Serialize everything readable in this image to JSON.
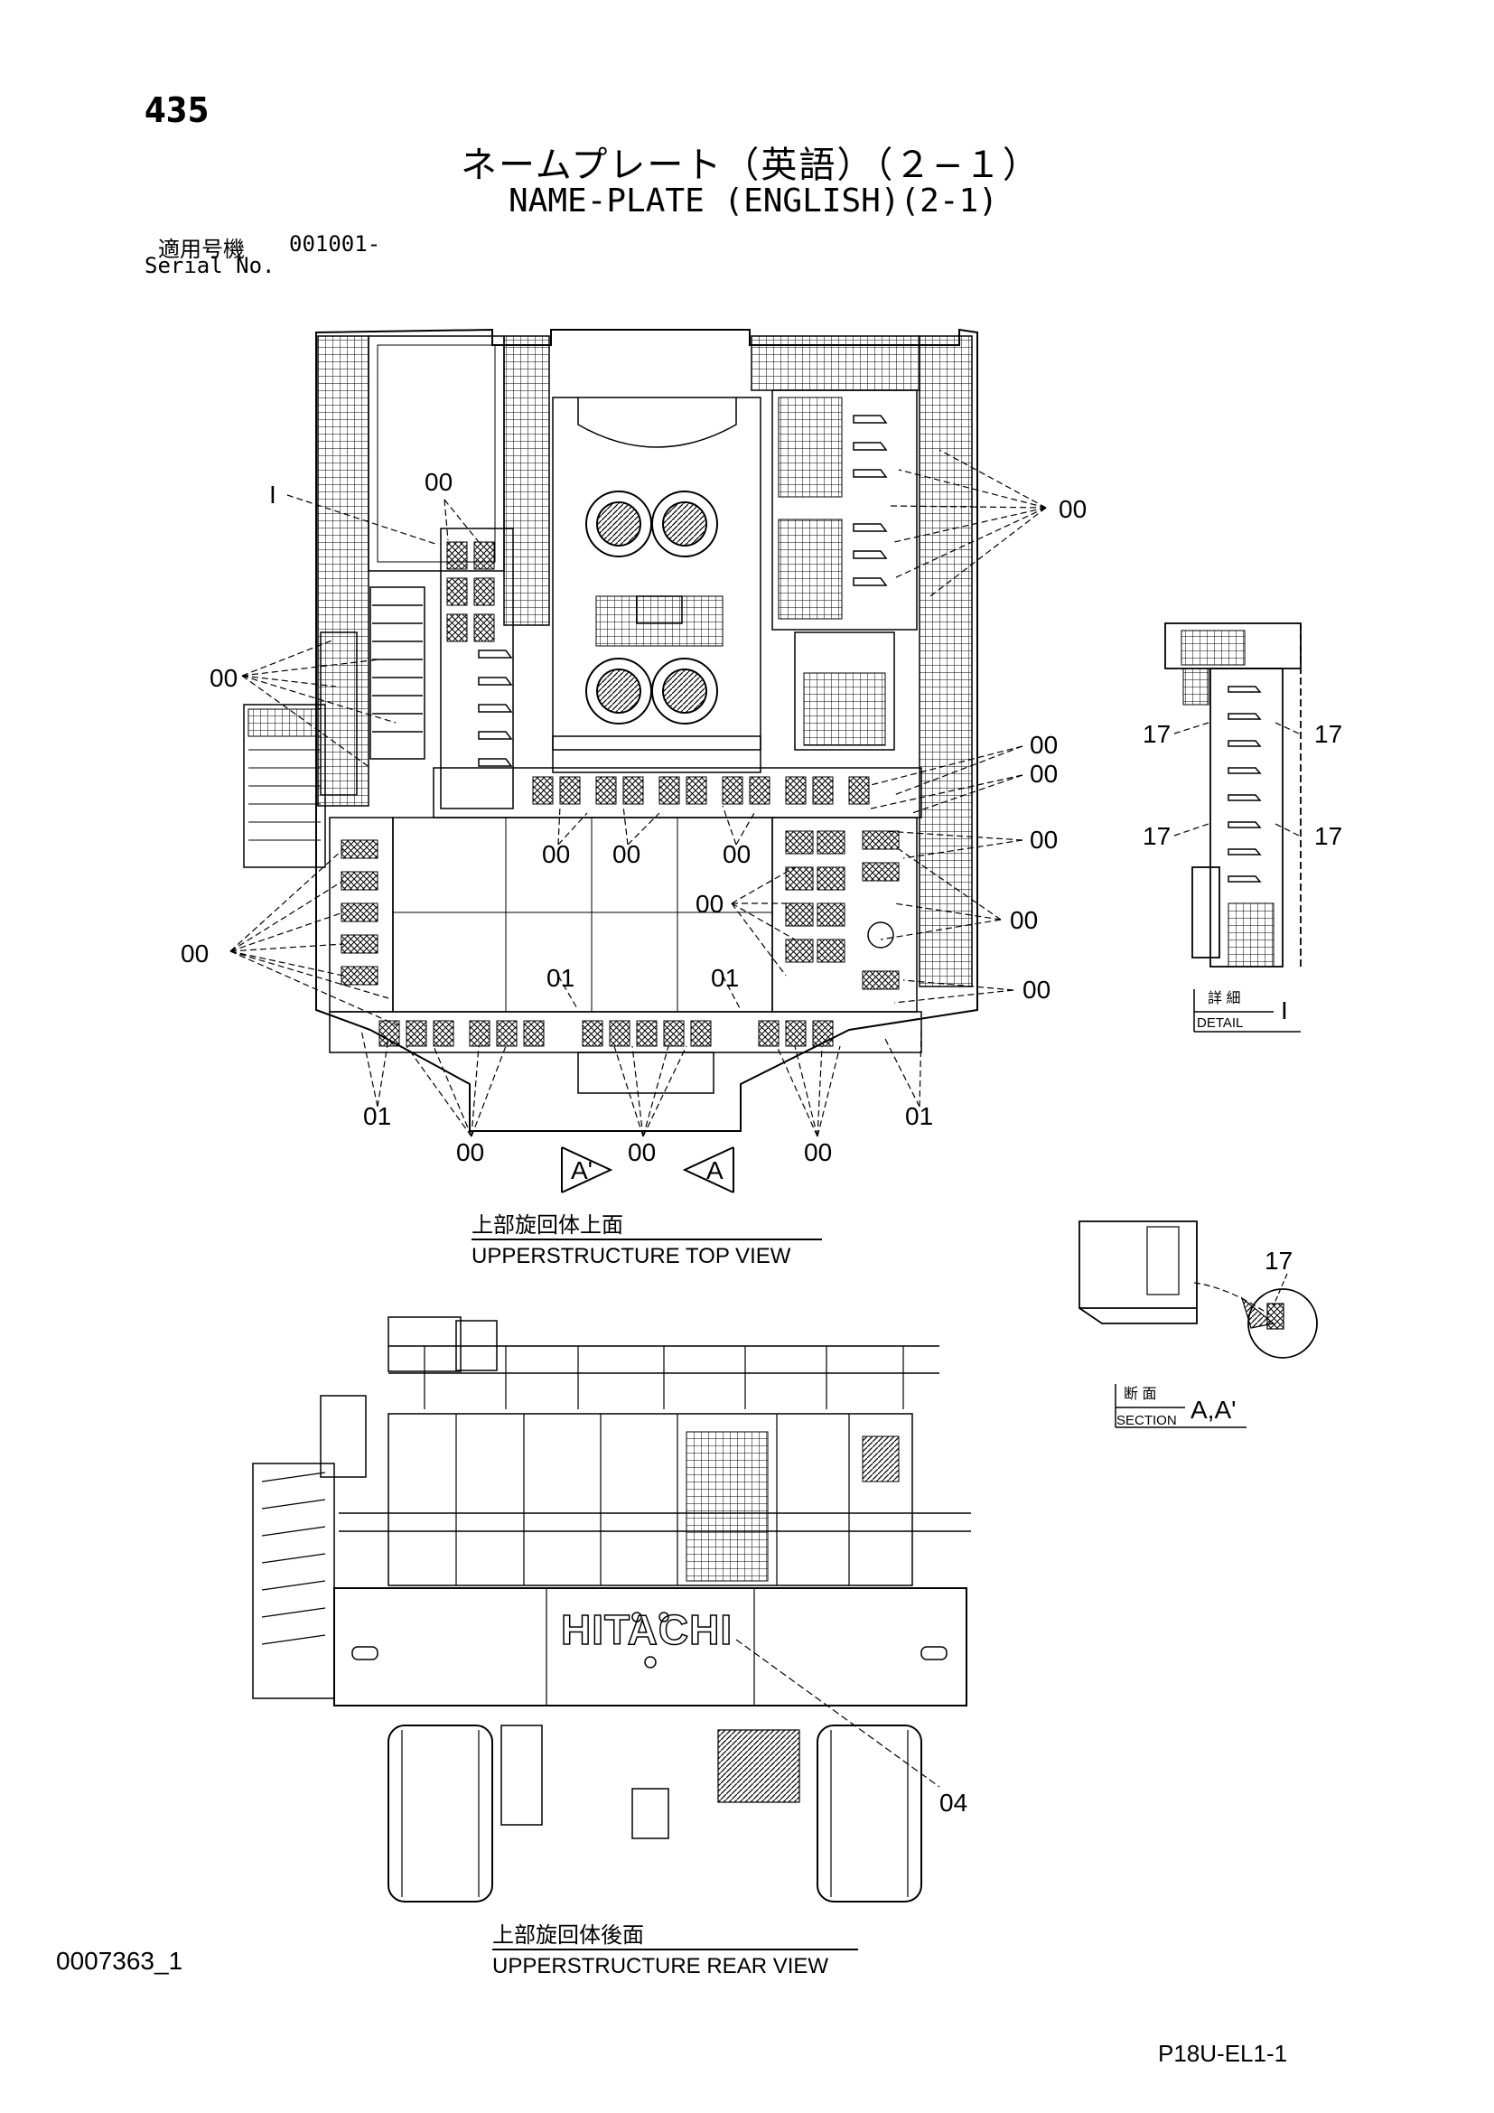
{
  "header": {
    "page_number": "435",
    "title_jp": "ネームプレート（英語）（２−１）",
    "title_en": "NAME-PLATE (ENGLISH)(2-1)",
    "serial_label_jp": "適用号機",
    "serial_value": "001001-",
    "serial_label_en": "Serial No."
  },
  "top_view": {
    "caption_jp": "上部旋回体上面",
    "caption_en": "UPPERSTRUCTURE TOP VIEW",
    "callouts": {
      "detail_ref": "I",
      "part_00": "00",
      "part_01": "01",
      "section_a": "A",
      "section_a_prime": "A'"
    }
  },
  "detail": {
    "label_jp": "詳 細",
    "label_en": "DETAIL",
    "ref": "I",
    "callout": "17"
  },
  "section": {
    "label_jp": "断 面",
    "label_en": "SECTION",
    "ref": "A,A'",
    "callout": "17"
  },
  "rear_view": {
    "caption_jp": "上部旋回体後面",
    "caption_en": "UPPERSTRUCTURE REAR VIEW",
    "brand": "HITACHI",
    "callout": "04"
  },
  "footer": {
    "doc_id": "0007363_1",
    "sheet_code": "P18U-EL1-1"
  }
}
